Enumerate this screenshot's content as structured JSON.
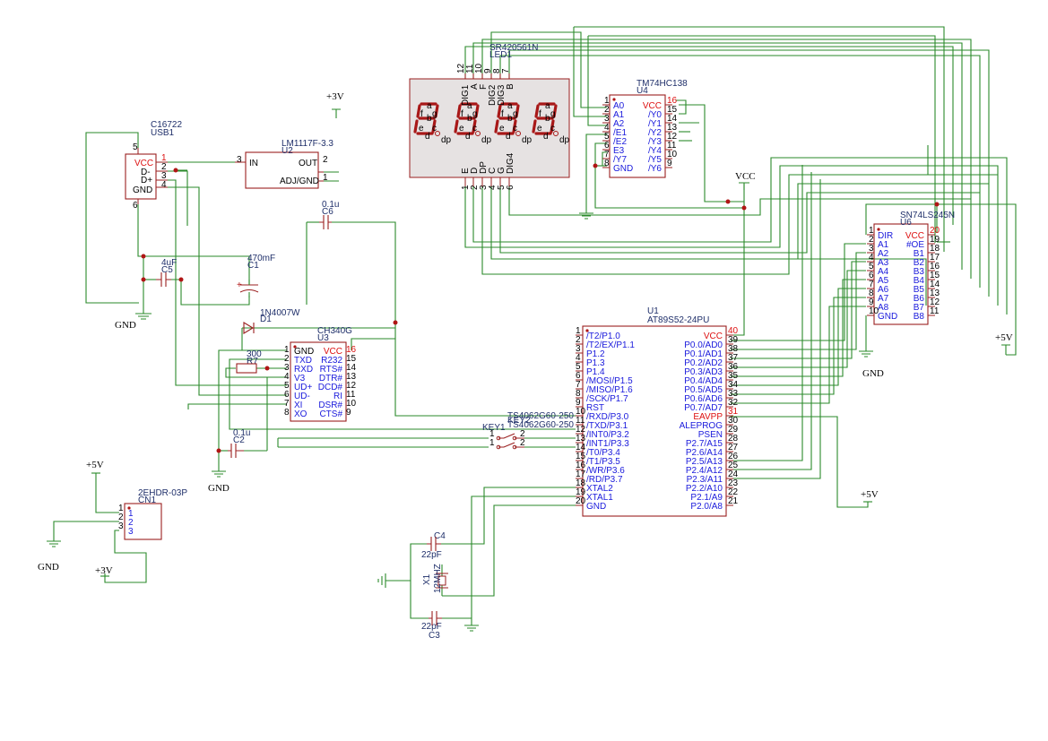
{
  "components": {
    "usb1": {
      "value": "C16722",
      "ref": "USB1",
      "pins": [
        {
          "num": "1",
          "name": "VCC",
          "red": true
        },
        {
          "num": "2",
          "name": "D-"
        },
        {
          "num": "3",
          "name": "D+"
        },
        {
          "num": "4",
          "name": "GND"
        }
      ],
      "shield_pins": [
        "5",
        "6"
      ]
    },
    "u2": {
      "value": "LM1117F-3.3",
      "ref": "U2",
      "in_num": "3",
      "in_name": "IN",
      "out_num": "2",
      "out_name": "OUT",
      "adj_num": "1",
      "adj_name": "ADJ/GND"
    },
    "c1": {
      "value": "470mF",
      "ref": "C1"
    },
    "c5": {
      "value": "4uF",
      "ref": "C5"
    },
    "c6": {
      "value": "0.1u",
      "ref": "C6"
    },
    "c2": {
      "value": "0.1u",
      "ref": "C2"
    },
    "d1": {
      "value": "1N4007W",
      "ref": "D1"
    },
    "r7": {
      "value": "300",
      "ref": "R7"
    },
    "u3": {
      "value": "CH340G",
      "ref": "U3",
      "left": [
        {
          "num": "1",
          "name": "GND"
        },
        {
          "num": "2",
          "name": "TXD"
        },
        {
          "num": "3",
          "name": "RXD"
        },
        {
          "num": "4",
          "name": "V3"
        },
        {
          "num": "5",
          "name": "UD+"
        },
        {
          "num": "6",
          "name": "UD-"
        },
        {
          "num": "7",
          "name": "XI"
        },
        {
          "num": "8",
          "name": "XO"
        }
      ],
      "right": [
        {
          "num": "16",
          "name": "VCC",
          "red": true
        },
        {
          "num": "15",
          "name": "R232"
        },
        {
          "num": "14",
          "name": "RTS#"
        },
        {
          "num": "13",
          "name": "DTR#"
        },
        {
          "num": "12",
          "name": "DCD#"
        },
        {
          "num": "11",
          "name": "RI"
        },
        {
          "num": "10",
          "name": "DSR#"
        },
        {
          "num": "9",
          "name": "CTS#"
        }
      ]
    },
    "led1": {
      "value": "SR420561N",
      "ref": "LED1",
      "top_nums": [
        "12",
        "11",
        "10",
        "9",
        "8",
        "7"
      ],
      "top_names": [
        "DIG1",
        "A",
        "F",
        "DIG2",
        "DIG3",
        "B"
      ],
      "bottom_nums": [
        "1",
        "2",
        "3",
        "4",
        "5",
        "6"
      ],
      "bottom_names": [
        "E",
        "D",
        "DP",
        "C",
        "G",
        "DIG4"
      ],
      "segment_letters": [
        "a",
        "f",
        "g",
        "b",
        "e",
        "c",
        "d",
        "dp"
      ]
    },
    "u4": {
      "value": "TM74HC138",
      "ref": "U4",
      "left": [
        {
          "num": "1",
          "name": "A0"
        },
        {
          "num": "2",
          "name": "A1"
        },
        {
          "num": "3",
          "name": "A2"
        },
        {
          "num": "4",
          "name": "/E1"
        },
        {
          "num": "5",
          "name": "/E2"
        },
        {
          "num": "6",
          "name": "E3"
        },
        {
          "num": "7",
          "name": "/Y7"
        },
        {
          "num": "8",
          "name": "GND"
        }
      ],
      "right": [
        {
          "num": "16",
          "name": "VCC",
          "red": true
        },
        {
          "num": "15",
          "name": "/Y0"
        },
        {
          "num": "14",
          "name": "/Y1"
        },
        {
          "num": "13",
          "name": "/Y2"
        },
        {
          "num": "12",
          "name": "/Y3"
        },
        {
          "num": "11",
          "name": "/Y4"
        },
        {
          "num": "10",
          "name": "/Y5"
        },
        {
          "num": "9",
          "name": "/Y6"
        }
      ]
    },
    "u6": {
      "value": "SN74LS245N",
      "ref": "U6",
      "left": [
        {
          "num": "1",
          "name": "DIR"
        },
        {
          "num": "2",
          "name": "A1"
        },
        {
          "num": "3",
          "name": "A2"
        },
        {
          "num": "4",
          "name": "A3"
        },
        {
          "num": "5",
          "name": "A4"
        },
        {
          "num": "6",
          "name": "A5"
        },
        {
          "num": "7",
          "name": "A6"
        },
        {
          "num": "8",
          "name": "A7"
        },
        {
          "num": "9",
          "name": "A8"
        },
        {
          "num": "10",
          "name": "GND"
        }
      ],
      "right": [
        {
          "num": "20",
          "name": "VCC",
          "red": true
        },
        {
          "num": "19",
          "name": "#OE"
        },
        {
          "num": "18",
          "name": "B1"
        },
        {
          "num": "17",
          "name": "B2"
        },
        {
          "num": "16",
          "name": "B3"
        },
        {
          "num": "15",
          "name": "B4"
        },
        {
          "num": "14",
          "name": "B5"
        },
        {
          "num": "13",
          "name": "B6"
        },
        {
          "num": "12",
          "name": "B7"
        },
        {
          "num": "11",
          "name": "B8"
        }
      ]
    },
    "u1": {
      "value": "AT89S52-24PU",
      "ref": "U1",
      "left": [
        {
          "num": "1",
          "name": "/T2/P1.0"
        },
        {
          "num": "2",
          "name": "/T2/EX/P1.1"
        },
        {
          "num": "3",
          "name": "P1.2"
        },
        {
          "num": "4",
          "name": "P1.3"
        },
        {
          "num": "5",
          "name": "P1.4"
        },
        {
          "num": "6",
          "name": "/MOSI/P1.5"
        },
        {
          "num": "7",
          "name": "/MISO/P1.6"
        },
        {
          "num": "8",
          "name": "/SCK/P1.7"
        },
        {
          "num": "9",
          "name": "RST"
        },
        {
          "num": "10",
          "name": "/RXD/P3.0"
        },
        {
          "num": "11",
          "name": "/TXD/P3.1"
        },
        {
          "num": "12",
          "name": "/INT0/P3.2"
        },
        {
          "num": "13",
          "name": "/INT1/P3.3"
        },
        {
          "num": "14",
          "name": "/T0/P3.4"
        },
        {
          "num": "15",
          "name": "/T1/P3.5"
        },
        {
          "num": "16",
          "name": "/WR/P3.6"
        },
        {
          "num": "17",
          "name": "/RD/P3.7"
        },
        {
          "num": "18",
          "name": "XTAL2"
        },
        {
          "num": "19",
          "name": "XTAL1"
        },
        {
          "num": "20",
          "name": "GND"
        }
      ],
      "right": [
        {
          "num": "40",
          "name": "VCC",
          "red": true
        },
        {
          "num": "39",
          "name": "P0.0/AD0"
        },
        {
          "num": "38",
          "name": "P0.1/AD1"
        },
        {
          "num": "37",
          "name": "P0.2/AD2"
        },
        {
          "num": "36",
          "name": "P0.3/AD3"
        },
        {
          "num": "35",
          "name": "P0.4/AD4"
        },
        {
          "num": "34",
          "name": "P0.5/AD5"
        },
        {
          "num": "33",
          "name": "P0.6/AD6"
        },
        {
          "num": "32",
          "name": "P0.7/AD7"
        },
        {
          "num": "31",
          "name": "EAVPP",
          "red": true
        },
        {
          "num": "30",
          "name": "ALEPROG"
        },
        {
          "num": "29",
          "name": "PSEN"
        },
        {
          "num": "28",
          "name": "P2.7/A15"
        },
        {
          "num": "27",
          "name": "P2.6/A14"
        },
        {
          "num": "26",
          "name": "P2.5/A13"
        },
        {
          "num": "25",
          "name": "P2.4/A12"
        },
        {
          "num": "24",
          "name": "P2.3/A11"
        },
        {
          "num": "23",
          "name": "P2.2/A10"
        },
        {
          "num": "22",
          "name": "P2.1/A9"
        },
        {
          "num": "21",
          "name": "P2.0/A8"
        }
      ]
    },
    "key1": {
      "value": "TS4062G60-250",
      "ref": "KEY1",
      "pins": [
        "1",
        "2"
      ]
    },
    "key2": {
      "value": "TS4062G60-250",
      "ref": "KEY2",
      "pins": [
        "1",
        "2"
      ]
    },
    "cn1": {
      "value": "2EHDR-03P",
      "ref": "CN1",
      "pins": [
        "1",
        "2",
        "3"
      ]
    },
    "c4": {
      "value": "22pF",
      "ref": "C4"
    },
    "c3": {
      "value": "22pF",
      "ref": "C3"
    },
    "x1": {
      "value": "12MHZ",
      "ref": "X1"
    }
  },
  "nets": {
    "plus3v_top": "+3V",
    "vcc_mid": "VCC",
    "gnd_usb": "GND",
    "gnd_ch340": "GND",
    "gnd_cn1": "GND",
    "plus3v_cn1": "+3V",
    "plus5v_cn1": "+5V",
    "gnd_u6": "GND",
    "plus5v_u6": "+5V",
    "plus5v_u1": "+5V"
  }
}
